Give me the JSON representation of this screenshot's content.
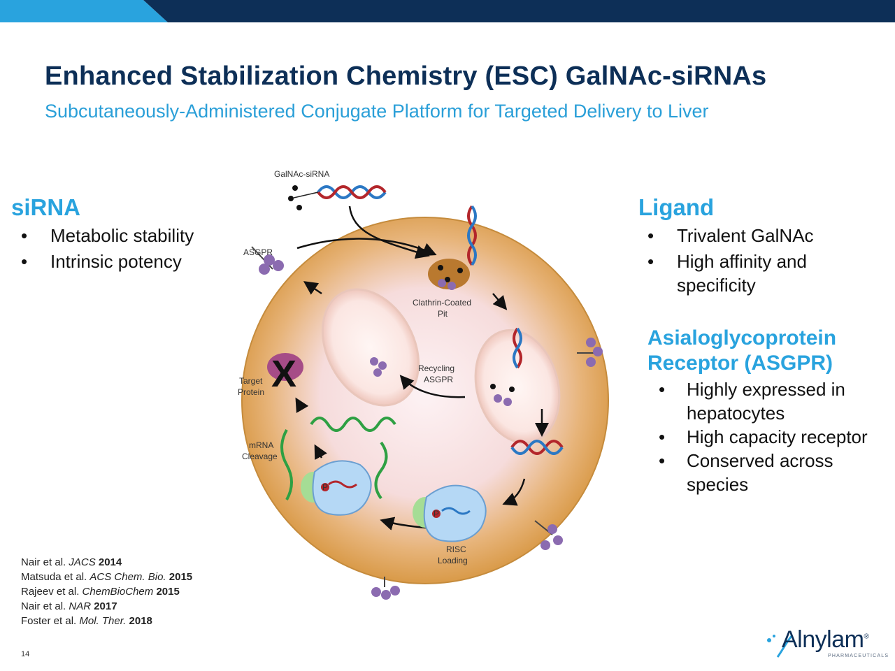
{
  "header": {
    "title": "Enhanced Stabilization Chemistry (ESC) GalNAc-siRNAs",
    "subtitle": "Subcutaneously-Administered Conjugate Platform for Targeted Delivery to Liver"
  },
  "colors": {
    "navy": "#0d2f57",
    "accent": "#29a3de",
    "cell": "#dba14f"
  },
  "left": {
    "heading": "siRNA",
    "bullet": "•",
    "items": [
      "Metabolic stability",
      "Intrinsic potency"
    ]
  },
  "right": {
    "heading": "Ligand",
    "bullet": "•",
    "items": [
      "Trivalent GalNAc",
      "High affinity and specificity"
    ],
    "receptor_heading": "Asialoglycoprotein Receptor (ASGPR)",
    "receptor_bullet": "•",
    "receptor_items": [
      "Highly expressed in hepatocytes",
      "High capacity receptor",
      "Conserved across species"
    ]
  },
  "diagram": {
    "label_galnac": "GalNAc-siRNA",
    "label_asgpr": "ASGPR",
    "label_pit_1": "Clathrin-Coated",
    "label_pit_2": "Pit",
    "label_recycling_1": "Recycling",
    "label_recycling_2": "ASGPR",
    "label_target_1": "Target",
    "label_target_2": "Protein",
    "label_mrna_1": "mRNA",
    "label_mrna_2": "Cleavage",
    "label_risc_1": "RISC",
    "label_risc_2": "Loading",
    "x_mark": "X",
    "p_mark": "P"
  },
  "references": [
    {
      "authors": "Nair et al. ",
      "journal": "JACS",
      "year": "2014"
    },
    {
      "authors": "Matsuda et al. ",
      "journal": "ACS Chem. Bio.",
      "year": "2015"
    },
    {
      "authors": "Rajeev et al. ",
      "journal": "ChemBioChem",
      "year": "2015"
    },
    {
      "authors": "Nair et al. ",
      "journal": "NAR",
      "year": "2017"
    },
    {
      "authors": "Foster et al. ",
      "journal": "Mol. Ther.",
      "year": "2018"
    }
  ],
  "page_number": "14",
  "logo": {
    "name": "Alnylam",
    "sub": "PHARMACEUTICALS",
    "mark": "®"
  }
}
